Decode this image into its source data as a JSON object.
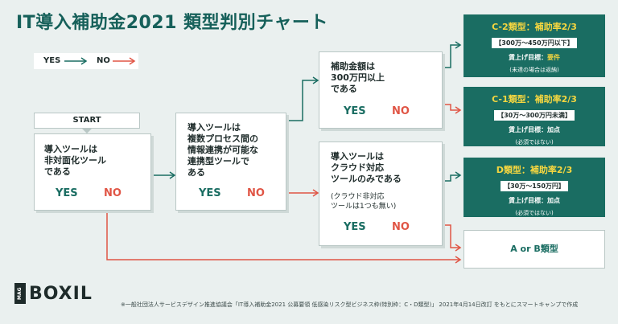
{
  "title": "IT導入補助金2021 類型判別チャート",
  "legend": {
    "yes": "YES",
    "no": "NO"
  },
  "start_label": "START",
  "yes_label": "YES",
  "no_label": "NO",
  "questions": {
    "q1": "導入ツールは\n非対面化ツール\nである",
    "q2": "導入ツールは\n複数プロセス間の\n情報連携が可能な\n連携型ツールで\nある",
    "q3": "補助金額は\n300万円以上\nである",
    "q4": "導入ツールは\nクラウド対応\nツールのみである",
    "q4_note": "(クラウド非対応\nツールは1つも無い)"
  },
  "results": [
    {
      "title": "C-2類型：補助率2/3",
      "range": "【300万～450万円以下】",
      "goal_label": "賃上げ目標：",
      "goal_value": "要件",
      "note": "(未達の場合は返納)"
    },
    {
      "title": "C-1類型：補助率2/3",
      "range": "【30万～300万円未満】",
      "goal_label": "賃上げ目標：",
      "goal_value": "加点",
      "note": "(必須ではない)"
    },
    {
      "title": "D類型：補助率2/3",
      "range": "【30万～150万円】",
      "goal_label": "賃上げ目標：",
      "goal_value": "加点",
      "note": "(必須ではない)"
    }
  ],
  "result_ab": "A or B類型",
  "logo": {
    "mag": "MAG",
    "name": "BOXIL"
  },
  "footer": "※一般社団法人サービスデザイン推進協議会「IT導入補助金2021 公募要領 低感染リスク型ビジネス枠(特別枠：C・D類型)」 2021年4月14日改訂 をもとにスマートキャンプで作成",
  "colors": {
    "teal": "#1a6d62",
    "red": "#e05545",
    "yellow": "#f5d640",
    "background": "#eaf0ef"
  }
}
